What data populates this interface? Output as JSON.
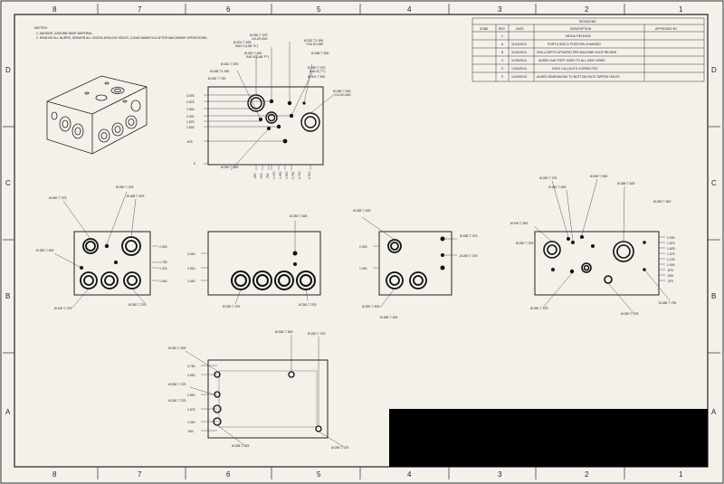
{
  "border": {
    "columns": [
      "8",
      "7",
      "6",
      "5",
      "4",
      "3",
      "2",
      "1"
    ],
    "rows": [
      "D",
      "C",
      "B",
      "A"
    ]
  },
  "notes": {
    "heading": "NOTES:",
    "lines": [
      "1. ANODIZE, ASSUME BASE MATERIAL.",
      "2. REMOVE ALL BURRS, DEBURR ALL CROSS-DRILLED HOLES; CLEAN MANIFOLD AFTER MACHINING OPERATIONS."
    ]
  },
  "revisions": {
    "title": "REVISIONS",
    "headers": [
      "ZONE",
      "REV",
      "DATE",
      "DESCRIPTION",
      "APPROVED BY"
    ],
    "rows": [
      [
        "",
        "1",
        "",
        "INITIAL RELEASE",
        ""
      ],
      [
        "",
        "A",
        "11/13/2013",
        "PORT A SIZE & POSITION CHANGED",
        ""
      ],
      [
        "",
        "B",
        "11/20/2013",
        "DRILL DEPTH UPDATED PER MACHINE SHOP REVIEW",
        ""
      ],
      [
        "",
        "C",
        "11/25/2013",
        "ADDED SAE PORT SIZES TO ALL SIDE VIEWS",
        ""
      ],
      [
        "",
        "D",
        "12/04/2013",
        "HOLE CALLOUTS CORRECTED",
        ""
      ],
      [
        "",
        "E",
        "12/09/2013",
        "ADDED DIMENSIONS TO BOTTOM FACE TAPPED HOLES",
        ""
      ]
    ]
  },
  "callouts": {
    "top": [
      "Ø.250 ▽.375",
      "Ø.201 ▽.625",
      "Ø.250 ▽.500",
      "Ø.281 ▽.875",
      "Ø.188 ▽1.250",
      "Ø.250 ▽.750",
      "Ø.332 ▽1.000",
      "Ø.188 ▽.500",
      "Ø.250 ▽.375",
      "Ø.201 ▽.500",
      "Ø.188 ▽.625",
      "Ø.250 ▽.500"
    ],
    "top_sub": [
      "1/4-20 UNC",
      "SAE-4 (LAB \"A\")",
      "SAE-6 (LAB \"P\")",
      "7/16-20 UNF",
      "SAE-8 (\"T\")",
      "1/4-20 UNC"
    ],
    "left": [
      "Ø.250 ▽.375",
      "Ø.250 ▽.375",
      "Ø.188 ▽.875",
      "Ø.250 ▽.500",
      "Ø.190 ▽.375",
      "Ø.250 ▽.375"
    ],
    "middle": [
      "Ø.250 ▽.625",
      "Ø.250 ▽.375",
      "Ø.250 ▽.375"
    ],
    "right_side": [
      "Ø.188 ▽.625",
      "Ø.188 ▽.375",
      "Ø.250 ▽.375",
      "Ø.250 ▽.500",
      "Ø.188 ▽.500"
    ],
    "far_right": [
      "Ø.250 ▽.375",
      "Ø.250 ▽.625",
      "Ø.250 ▽.500",
      "Ø.188 ▽.625",
      "Ø.250 ▽.500",
      "Ø.190 ▽.500",
      "Ø.250 ▽.375",
      "Ø.250 ▽.375",
      "Ø.188 ▽.750",
      "Ø.250 ▽.375"
    ],
    "bottom": [
      "Ø.250 ▽.500",
      "Ø.188 ▽.500",
      "Ø.250 ▽.375",
      "Ø.250 ▽.375",
      "Ø.250 ▽.375",
      "Ø.188 ▽.625",
      "Ø.250 ▽.375"
    ]
  },
  "dims": {
    "top_y": [
      "3.000",
      "2.875",
      "2.500",
      "2.000",
      "1.875",
      "1.500",
      ".875",
      "0"
    ],
    "top_x": [
      ".250",
      ".500",
      ".750",
      "1.000",
      "1.250",
      "1.500",
      "1.750",
      "2.000",
      "2.500"
    ],
    "left_y": [
      "2.000",
      "1.750",
      "1.375",
      "1.000"
    ],
    "mid_y": [
      "3.000",
      "2.500",
      "1.000"
    ],
    "side_y": [
      "2.000",
      "1.000"
    ],
    "far_y": [
      "2.000",
      "1.875",
      "1.625",
      "1.375",
      "1.125",
      "1.000",
      ".875",
      ".625",
      ".375"
    ],
    "bottom_y": [
      "3.750",
      "3.500",
      "2.500",
      "1.875",
      "1.000",
      ".500"
    ]
  }
}
